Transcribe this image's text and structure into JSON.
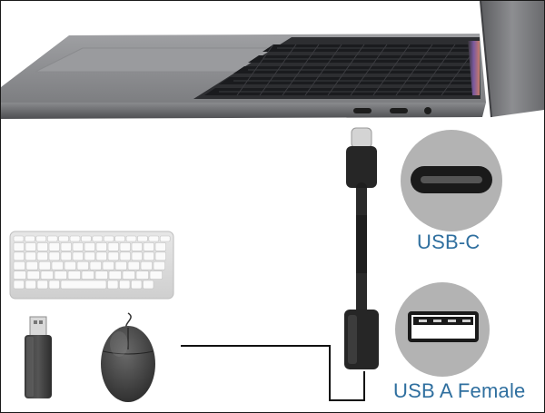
{
  "labels": {
    "usb_c": "USB-C",
    "usb_a_female": "USB A Female"
  },
  "colors": {
    "label_text": "#2f6f9f",
    "circle_fill": "#b3b3b3",
    "laptop_body": "#7a7b7e",
    "cable": "#1e1e1e",
    "frame_border": "#1a1a1a"
  },
  "icons": [
    "laptop-illustration",
    "keyboard-illustration",
    "usb-flash-drive-illustration",
    "mouse-illustration",
    "usb-c-adapter-cable-illustration",
    "usb-c-port-icon",
    "usb-a-port-icon"
  ]
}
